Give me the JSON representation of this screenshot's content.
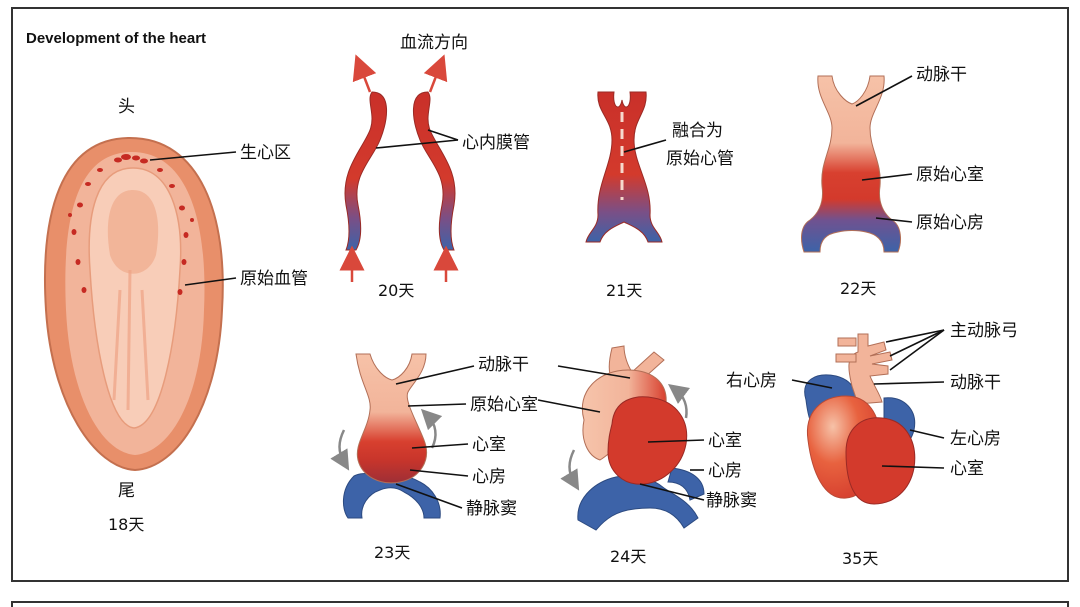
{
  "title": "Development of the heart",
  "colors": {
    "frame": "#333333",
    "peach": "#f2b49a",
    "peach_light": "#f8cdb8",
    "red": "#d33a2c",
    "blue": "#3d63a8",
    "arrow": "#d9483b",
    "gray_arrow": "#888888"
  },
  "stages": {
    "d18": {
      "day": "18天",
      "head": "头",
      "tail": "尾",
      "cardiogenic": "生心区",
      "primitive_vessel": "原始血管"
    },
    "d20": {
      "day": "20天",
      "flow": "血流方向",
      "endocardial": "心内膜管"
    },
    "d21": {
      "day": "21天",
      "fuse_line1": "融合为",
      "fuse_line2": "原始心管"
    },
    "d22": {
      "day": "22天",
      "truncus": "动脉干",
      "ventricle": "原始心室",
      "atrium": "原始心房"
    },
    "d23": {
      "day": "23天",
      "truncus": "动脉干",
      "prim_ventricle": "原始心室",
      "ventricle": "心室",
      "atrium": "心房",
      "sinus": "静脉窦"
    },
    "d24": {
      "day": "24天",
      "ventricle": "心室",
      "atrium": "心房",
      "sinus": "静脉窦"
    },
    "d35": {
      "day": "35天",
      "aortic_arch": "主动脉弓",
      "right_atrium": "右心房",
      "truncus": "动脉干",
      "left_atrium": "左心房",
      "ventricle": "心室"
    }
  }
}
